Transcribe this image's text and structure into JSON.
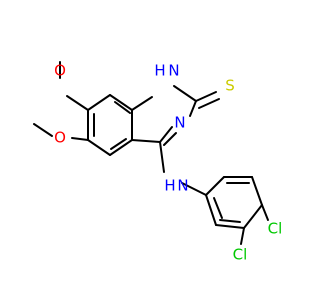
{
  "molecule": {
    "atoms": [
      {
        "symbol": "H",
        "color": "#0000ff"
      },
      {
        "symbol": "N",
        "color": "#0000ff"
      },
      {
        "symbol": "S",
        "color": "#cccc00"
      },
      {
        "symbol": "N",
        "color": "#0000ff"
      },
      {
        "symbol": "O",
        "color": "#ff0000"
      },
      {
        "symbol": "O",
        "color": "#ff0000"
      },
      {
        "symbol": "H",
        "color": "#0000ff"
      },
      {
        "symbol": "N",
        "color": "#0000ff"
      },
      {
        "symbol": "Cl",
        "color": "#00c800"
      },
      {
        "symbol": "Cl",
        "color": "#00c800"
      }
    ],
    "bond_color": "#000000"
  }
}
